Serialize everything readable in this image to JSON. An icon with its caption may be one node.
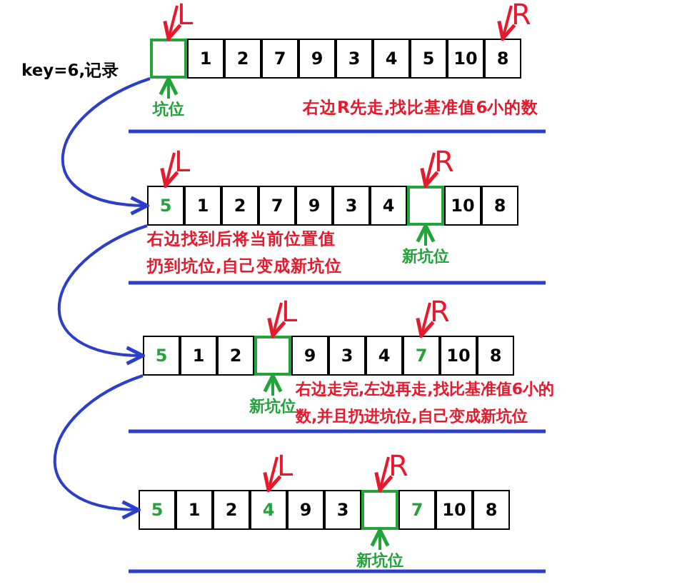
{
  "diagram": {
    "nodes": [
      {
        "text": [
          "L"
        ]
      },
      {
        "text": [
          "R"
        ]
      },
      {
        "text": [],
        "shape": "box"
      },
      {
        "text": [],
        "shape": "box",
        "in": 2
      },
      {
        "text": [
          "1"
        ],
        "in": 2
      },
      {
        "text": [
          "2"
        ],
        "in": 2
      },
      {
        "text": [
          "7"
        ],
        "in": 2
      },
      {
        "text": [
          "9"
        ],
        "in": 2
      },
      {
        "text": [
          "3"
        ],
        "in": 2
      },
      {
        "text": [
          "4"
        ],
        "in": 2
      },
      {
        "text": [
          "5"
        ],
        "in": 2
      },
      {
        "text": [
          "10"
        ],
        "in": 2
      },
      {
        "text": [
          "8"
        ],
        "in": 2
      },
      {
        "text": [
          "坑位"
        ]
      },
      {
        "text": [
          "L"
        ]
      },
      {
        "text": [
          "R"
        ]
      },
      {
        "text": [],
        "shape": "box"
      },
      {
        "text": [
          "5"
        ],
        "in": 16
      },
      {
        "text": [
          "1"
        ],
        "in": 16
      },
      {
        "text": [
          "2"
        ],
        "in": 16
      },
      {
        "text": [
          "7"
        ],
        "in": 16
      },
      {
        "text": [
          "9"
        ],
        "in": 16
      },
      {
        "text": [
          "3"
        ],
        "in": 16
      },
      {
        "text": [
          "4"
        ],
        "in": 16
      },
      {
        "text": [],
        "shape": "box",
        "in": 16
      },
      {
        "text": [
          "10"
        ],
        "in": 16
      },
      {
        "text": [
          "8"
        ],
        "in": 16
      },
      {
        "text": [
          "新坑位"
        ]
      },
      {
        "text": [
          "L"
        ]
      },
      {
        "text": [
          "R"
        ]
      },
      {
        "text": [],
        "shape": "box"
      },
      {
        "text": [
          "5"
        ],
        "in": 30
      },
      {
        "text": [
          "1"
        ],
        "in": 30
      },
      {
        "text": [
          "2"
        ],
        "in": 30
      },
      {
        "text": [],
        "shape": "box",
        "in": 30
      },
      {
        "text": [
          "9"
        ],
        "in": 30
      },
      {
        "text": [
          "3"
        ],
        "in": 30
      },
      {
        "text": [
          "4"
        ],
        "in": 30
      },
      {
        "text": [
          "7"
        ],
        "in": 30
      },
      {
        "text": [
          "10"
        ],
        "in": 30
      },
      {
        "text": [
          "8"
        ],
        "in": 30
      },
      {
        "text": [
          "新坑位"
        ]
      },
      {
        "text": [
          "L"
        ]
      },
      {
        "text": [
          "R"
        ]
      },
      {
        "text": [],
        "shape": "box"
      },
      {
        "text": [
          "5"
        ],
        "in": 44
      },
      {
        "text": [
          "1"
        ],
        "in": 44
      },
      {
        "text": [
          "2"
        ],
        "in": 44
      },
      {
        "text": [
          "4"
        ],
        "in": 44
      },
      {
        "text": [
          "9"
        ],
        "in": 44
      },
      {
        "text": [
          "3"
        ],
        "in": 44
      },
      {
        "text": [],
        "shape": "box",
        "in": 44
      },
      {
        "text": [
          "7"
        ],
        "in": 44
      },
      {
        "text": [
          "10"
        ],
        "in": 44
      },
      {
        "text": [
          "8"
        ],
        "in": 44
      },
      {
        "text": [
          "新坑位"
        ]
      }
    ],
    "edges": [
      {
        "from": 0,
        "to": 3,
        "arrow": "to",
        "color": "#e8192c"
      },
      {
        "from": 1,
        "to": 12,
        "arrow": "to",
        "color": "#e8192c"
      },
      {
        "from": 13,
        "to": 3,
        "arrow": "to",
        "color": "#22a43a"
      },
      {
        "from": 14,
        "to": 17,
        "arrow": "to",
        "color": "#e8192c"
      },
      {
        "from": 15,
        "to": 24,
        "arrow": "to",
        "color": "#e8192c"
      },
      {
        "from": 27,
        "to": 24,
        "arrow": "to",
        "color": "#22a43a"
      },
      {
        "from": 28,
        "to": 34,
        "arrow": "to",
        "color": "#e8192c"
      },
      {
        "from": 29,
        "to": 38,
        "arrow": "to",
        "color": "#e8192c"
      },
      {
        "from": 41,
        "to": 34,
        "arrow": "to",
        "color": "#22a43a"
      },
      {
        "from": 42,
        "to": 48,
        "arrow": "to",
        "color": "#e8192c"
      },
      {
        "from": 43,
        "to": 51,
        "arrow": "to",
        "color": "#e8192c"
      },
      {
        "from": 55,
        "to": 51,
        "arrow": "to",
        "color": "#22a43a"
      },
      {
        "from": 2,
        "to": 16,
        "arrow": "to",
        "color": "#2b3fc9"
      },
      {
        "from": 16,
        "to": 30,
        "arrow": "to",
        "color": "#2b3fc9"
      },
      {
        "from": 30,
        "to": 44,
        "arrow": "to",
        "color": "#2b3fc9"
      }
    ],
    "labels": [
      "key=6,记录",
      "右边R先走,找比基准值6小的数",
      "右边找到后将当前位置值扔到坑位,自己变成新坑位",
      "右边走完,左边再走,找比基准值6小的数,并且扔进坑位,自己变成新坑位"
    ]
  }
}
